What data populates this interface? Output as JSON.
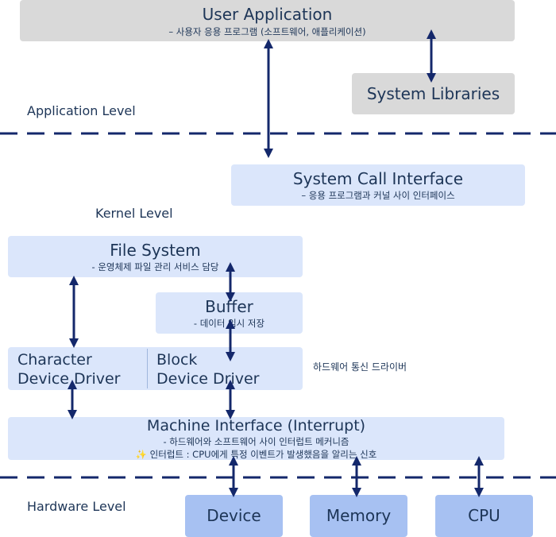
{
  "user_application": {
    "title": "User Application",
    "subtitle": "– 사용자 응용 프로그램 (소프트웨어, 애플리케이션)"
  },
  "system_libraries": {
    "title": "System Libraries"
  },
  "levels": {
    "application": "Application Level",
    "kernel": "Kernel Level",
    "hardware": "Hardware Level"
  },
  "system_call_interface": {
    "title": "System Call Interface",
    "subtitle": "– 응용 프로그램과 커널 사이 인터페이스"
  },
  "file_system": {
    "title": "File System",
    "subtitle": "- 운영체제 파일 관리 서비스 담당"
  },
  "buffer": {
    "title": "Buffer",
    "subtitle": "- 데이터 임시 저장"
  },
  "character_device_driver": {
    "line1": "Character",
    "line2": "Device Driver"
  },
  "block_device_driver": {
    "line1": "Block",
    "line2": "Device Driver"
  },
  "driver_note": "하드웨어 통신 드라이버",
  "machine_interface": {
    "title": "Machine Interface (Interrupt)",
    "subtitle": "- 하드웨어와 소프트웨어 사이 인터럽트 메커니즘",
    "note": "✨ 인터럽트 : CPU에게 특정 이벤트가 발생했음을 알리는 신호"
  },
  "hardware": {
    "device": "Device",
    "memory": "Memory",
    "cpu": "CPU"
  },
  "colors": {
    "arrow": "#14286b",
    "gray_box": "#d9d9d9",
    "pale_box": "#dbe6fb",
    "hardware_box": "#a7c1f2"
  }
}
